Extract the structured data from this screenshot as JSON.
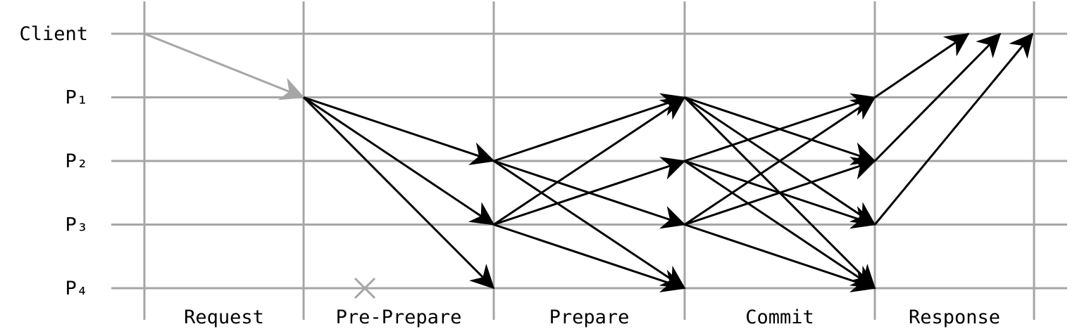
{
  "nodes": [
    {
      "id": "client",
      "label": "Client"
    },
    {
      "id": "p1",
      "label": "P₁"
    },
    {
      "id": "p2",
      "label": "P₂"
    },
    {
      "id": "p3",
      "label": "P₃"
    },
    {
      "id": "p4",
      "label": "P₄"
    }
  ],
  "phases": [
    "Request",
    "Pre-Prepare",
    "Prepare",
    "Commit",
    "Response"
  ],
  "messages": [
    {
      "from": "client",
      "to": "p1",
      "phase": 0,
      "style": "request"
    },
    {
      "from": "p1",
      "to": "p2",
      "phase": 1
    },
    {
      "from": "p1",
      "to": "p3",
      "phase": 1
    },
    {
      "from": "p1",
      "to": "p4",
      "phase": 1
    },
    {
      "from": "p2",
      "to": "p1",
      "phase": 2
    },
    {
      "from": "p2",
      "to": "p3",
      "phase": 2
    },
    {
      "from": "p2",
      "to": "p4",
      "phase": 2
    },
    {
      "from": "p3",
      "to": "p1",
      "phase": 2
    },
    {
      "from": "p3",
      "to": "p2",
      "phase": 2
    },
    {
      "from": "p3",
      "to": "p4",
      "phase": 2
    },
    {
      "from": "p1",
      "to": "p2",
      "phase": 3
    },
    {
      "from": "p1",
      "to": "p3",
      "phase": 3
    },
    {
      "from": "p1",
      "to": "p4",
      "phase": 3
    },
    {
      "from": "p2",
      "to": "p1",
      "phase": 3
    },
    {
      "from": "p2",
      "to": "p3",
      "phase": 3
    },
    {
      "from": "p2",
      "to": "p4",
      "phase": 3
    },
    {
      "from": "p3",
      "to": "p1",
      "phase": 3
    },
    {
      "from": "p3",
      "to": "p2",
      "phase": 3
    },
    {
      "from": "p3",
      "to": "p4",
      "phase": 3
    },
    {
      "from": "p1",
      "to": "client",
      "phase": 4
    },
    {
      "from": "p2",
      "to": "client",
      "phase": 4
    },
    {
      "from": "p3",
      "to": "client",
      "phase": 4
    }
  ],
  "faults": [
    {
      "node": "p4",
      "phase": 1,
      "marker": "cross",
      "color": "#a6a6a6"
    }
  ],
  "colors": {
    "grid": "#a6a6a6",
    "message": "#000000",
    "request": "#a6a6a6"
  }
}
